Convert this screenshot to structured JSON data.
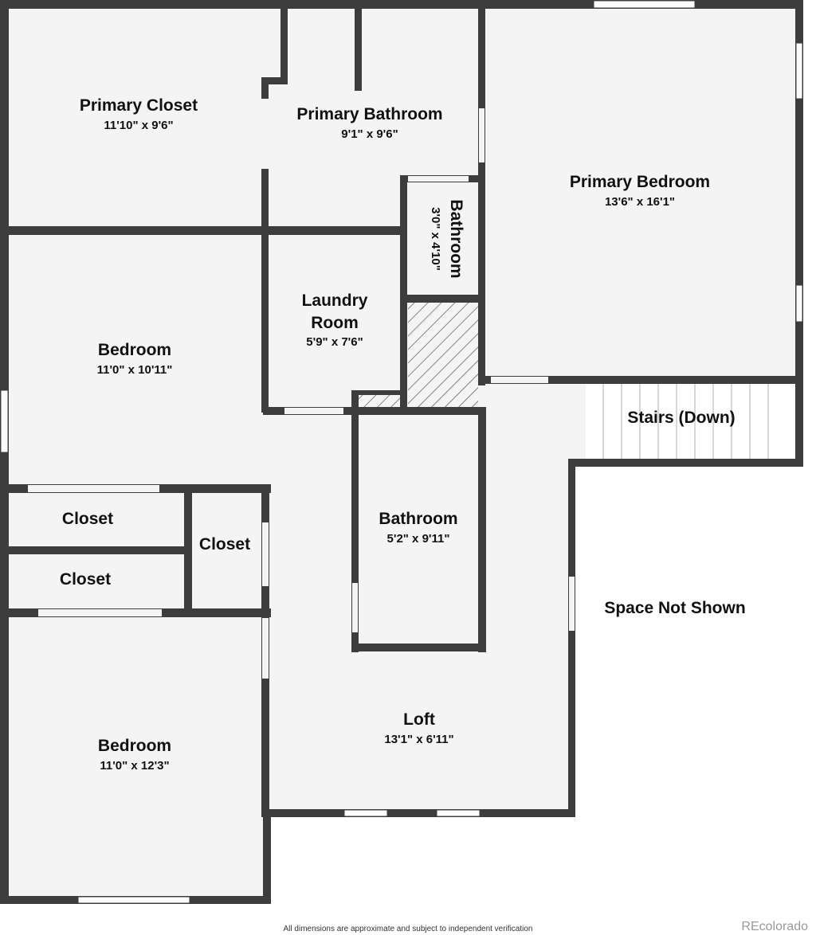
{
  "rooms": {
    "primary_closet": {
      "name": "Primary Closet",
      "dims": "11'10\" x 9'6\""
    },
    "primary_bathroom": {
      "name": "Primary Bathroom",
      "dims": "9'1\" x 9'6\""
    },
    "primary_bedroom": {
      "name": "Primary Bedroom",
      "dims": "13'6\" x 16'1\""
    },
    "small_bathroom": {
      "name": "Bathroom",
      "dims": "3'0\" x 4'10\""
    },
    "laundry": {
      "name_line1": "Laundry",
      "name_line2": "Room",
      "dims": "5'9\" x 7'6\""
    },
    "bedroom_upper": {
      "name": "Bedroom",
      "dims": "11'0\" x 10'11\""
    },
    "stairs": {
      "name": "Stairs (Down)"
    },
    "closet_a": {
      "name": "Closet"
    },
    "closet_b": {
      "name": "Closet"
    },
    "closet_c": {
      "name": "Closet"
    },
    "bathroom_mid": {
      "name": "Bathroom",
      "dims": "5'2\" x 9'11\""
    },
    "loft": {
      "name": "Loft",
      "dims": "13'1\" x 6'11\""
    },
    "bedroom_lower": {
      "name": "Bedroom",
      "dims": "11'0\" x 12'3\""
    }
  },
  "note": "Space Not Shown",
  "footer": {
    "disclaimer": "All dimensions are approximate and subject to independent verification",
    "brand": "REcolorado"
  },
  "colors": {
    "wall": "#3d3d3d",
    "floor": "#f4f4f4",
    "window": "#ffffff"
  }
}
